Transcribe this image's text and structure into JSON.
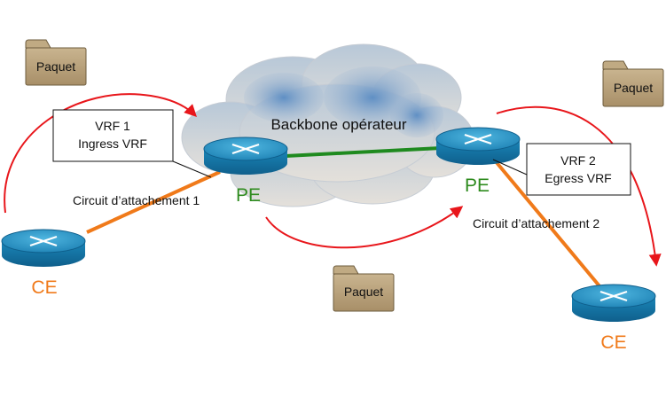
{
  "cloud": {
    "label": "Backbone opérateur"
  },
  "packets": [
    {
      "label": "Paquet"
    },
    {
      "label": "Paquet"
    },
    {
      "label": "Paquet"
    }
  ],
  "vrf_left": {
    "line1": "VRF 1",
    "line2": "Ingress VRF"
  },
  "vrf_right": {
    "line1": "VRF 2",
    "line2": "Egress VRF"
  },
  "circuit_left": {
    "label": "Circuit d’attachement 1"
  },
  "circuit_right": {
    "label": "Circuit d’attachement 2"
  },
  "pe_left": {
    "label": "PE"
  },
  "pe_right": {
    "label": "PE"
  },
  "ce_left": {
    "label": "CE"
  },
  "ce_right": {
    "label": "CE"
  },
  "colors": {
    "arrow": "#e8161b",
    "access_link": "#f07a1a",
    "core_link": "#1f8a1f",
    "pe_label": "#2e8b1e",
    "ce_label": "#f07a1a",
    "folder": "#b59e79",
    "router_top": "#2a98c6",
    "router_side": "#1677a8"
  }
}
